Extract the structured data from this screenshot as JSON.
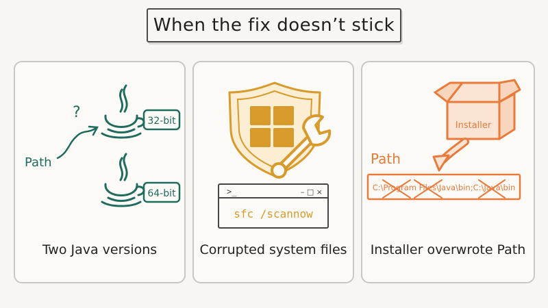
{
  "title": "When the fix doesn’t stick",
  "colors": {
    "teal": "#1f6b5e",
    "gold": "#d89a2a",
    "orange": "#e87a3a",
    "border": "#c9c7c1"
  },
  "panels": [
    {
      "caption": "Two Java versions",
      "question_mark": "?",
      "path_label": "Path",
      "version_a": "32-bit",
      "version_b": "64-bit",
      "icons": [
        "java-cup-icon",
        "java-cup-icon",
        "curved-arrow-icon"
      ]
    },
    {
      "caption": "Corrupted system files",
      "prompt": ">_",
      "window_controls": "– □ ×",
      "command": "sfc /scannow",
      "icons": [
        "shield-icon",
        "windows-logo-icon",
        "wrench-icon",
        "terminal-window-icon"
      ]
    },
    {
      "caption": "Installer overwrote Path",
      "box_label": "Installer",
      "path_label": "Path",
      "path_value": "C:\\Program Files\\Java\\bin;C:\\Java\\bin",
      "icons": [
        "open-box-icon",
        "down-arrow-icon",
        "cross-out-icon"
      ]
    }
  ]
}
